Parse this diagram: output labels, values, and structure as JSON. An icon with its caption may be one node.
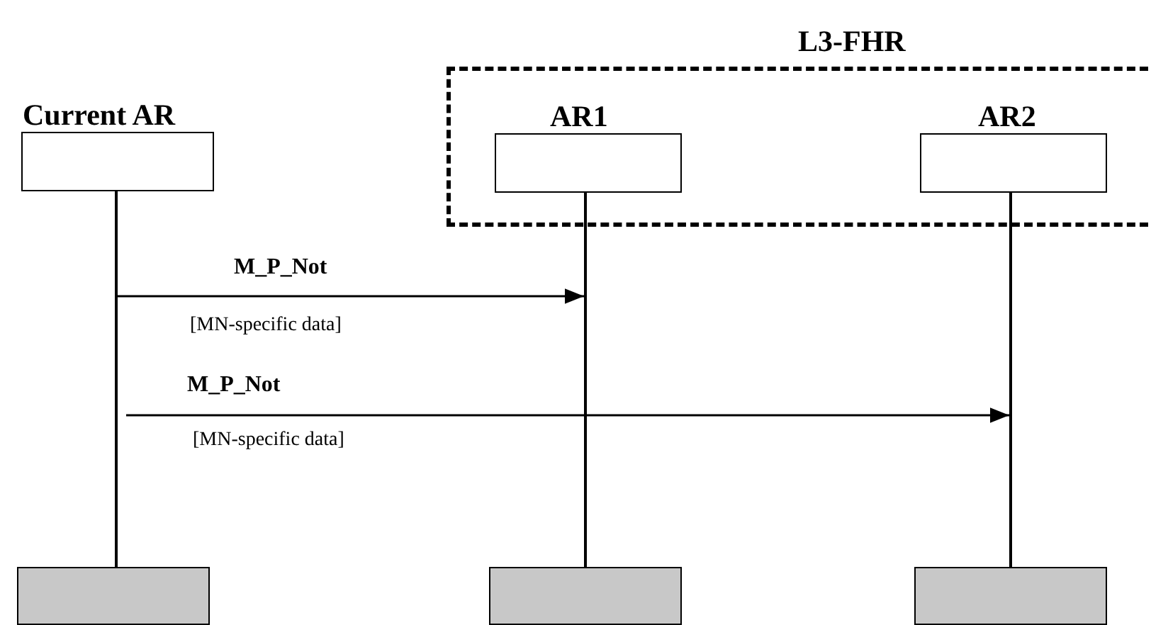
{
  "diagram": {
    "nodes": [
      {
        "text": [
          "L3-FHR"
        ]
      },
      {
        "text": [
          "Current AR"
        ]
      },
      {
        "text": [
          "AR1"
        ],
        "in": 0
      },
      {
        "text": [
          "AR2"
        ],
        "in": 0
      },
      {
        "text": [],
        "shape": "line"
      },
      {
        "text": [],
        "shape": "line"
      },
      {
        "text": [],
        "shape": "line"
      },
      {
        "text": [],
        "shape": "box"
      },
      {
        "text": [],
        "shape": "box"
      },
      {
        "text": [],
        "shape": "box"
      }
    ],
    "edges": [
      {
        "from": 4,
        "to": 5,
        "arrow": "to",
        "label": "M_P_Not"
      },
      {
        "from": 4,
        "to": 6,
        "arrow": "to",
        "label": "M_P_Not"
      }
    ],
    "labels": [
      "[MN-specific data]",
      "[MN-specific data]"
    ]
  }
}
